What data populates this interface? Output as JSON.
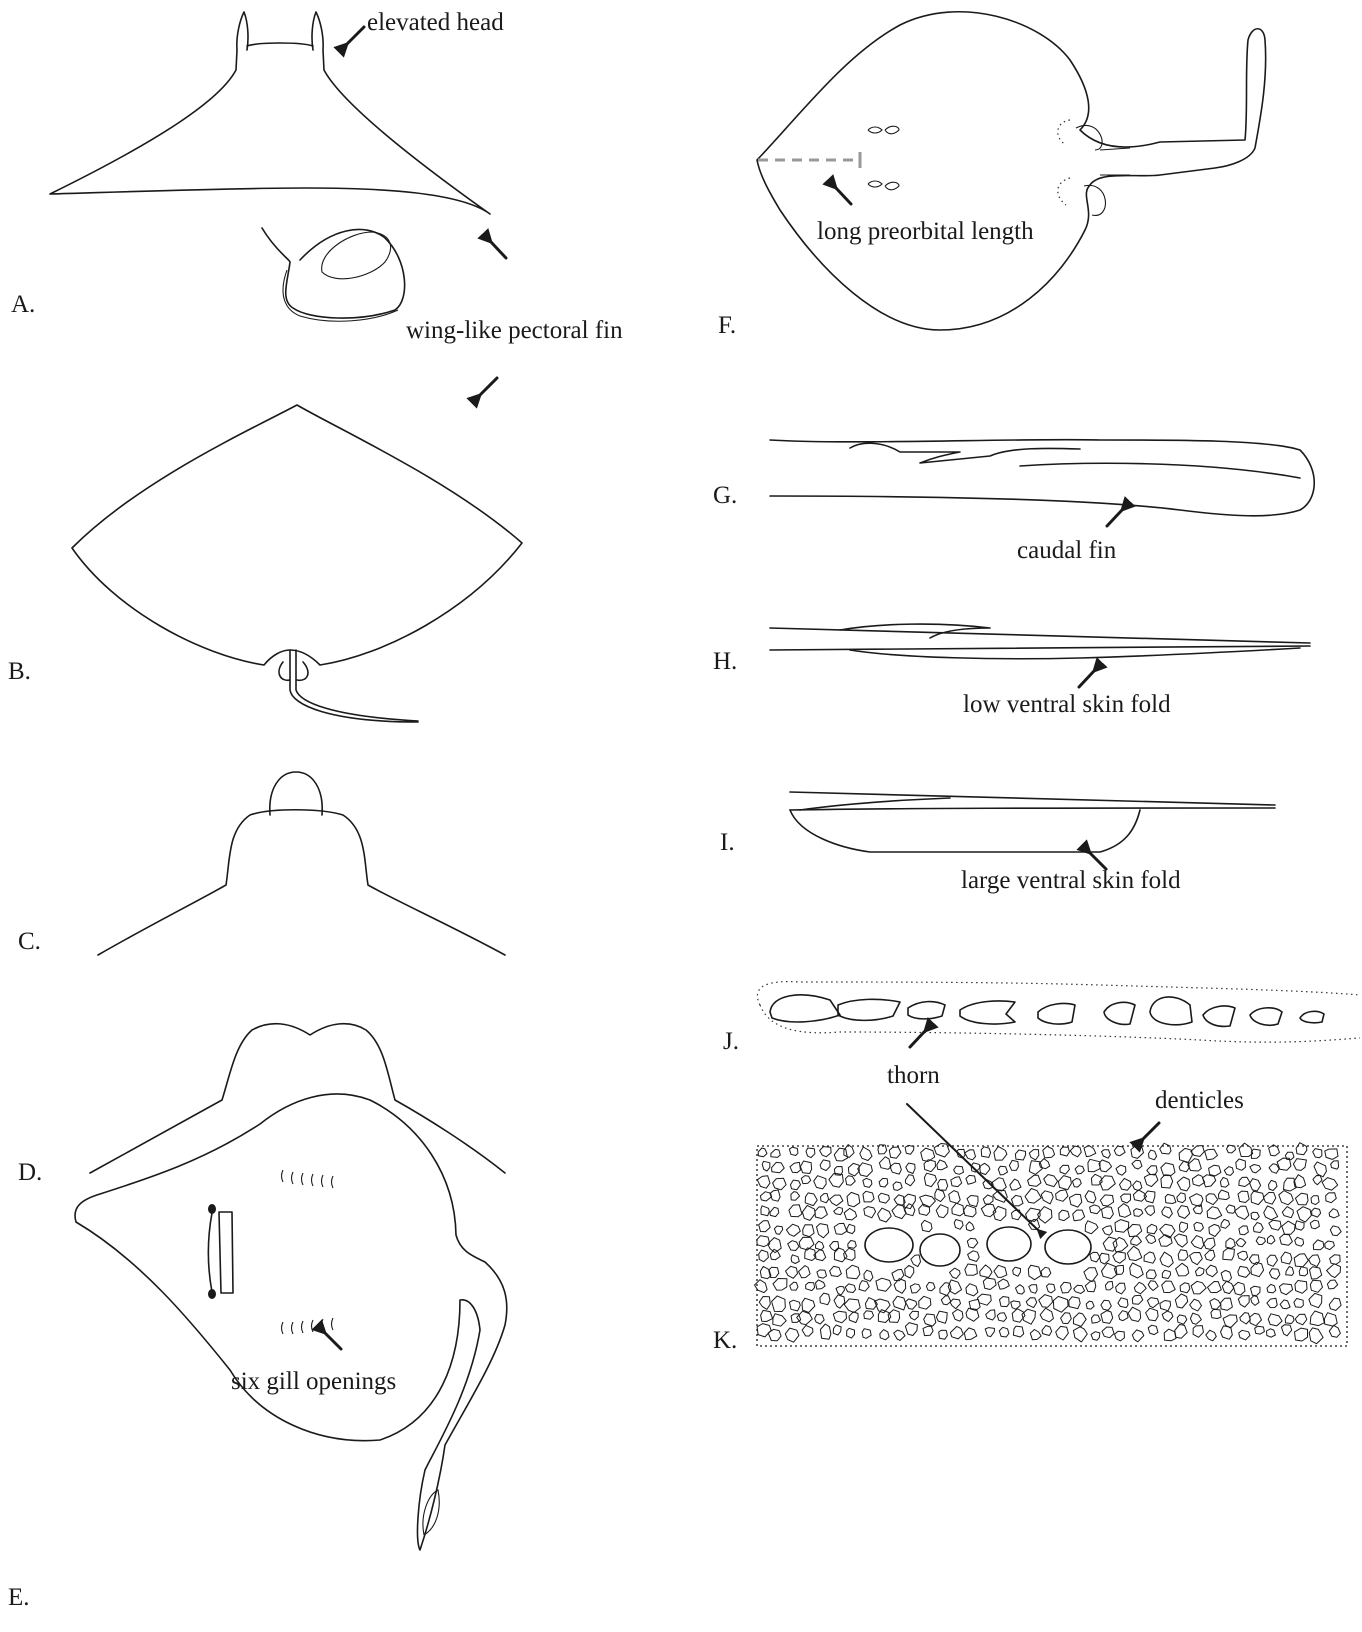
{
  "panels": {
    "A": "A.",
    "B": "B.",
    "C": "C.",
    "D": "D.",
    "E": "E.",
    "F": "F.",
    "G": "G.",
    "H": "H.",
    "I": "I.",
    "J": "J.",
    "K": "K."
  },
  "annotations": {
    "elevated_head": "elevated head",
    "wing_pectoral": "wing-like pectoral fin",
    "six_gill": "six gill openings",
    "preorbital": "long preorbital length",
    "caudal_fin": "caudal fin",
    "low_fold": "low ventral skin fold",
    "large_fold": "large ventral skin fold",
    "thorn": "thorn",
    "denticles": "denticles"
  },
  "colors": {
    "line": "#1a1a1a",
    "measure_dash": "#999999",
    "background": "#ffffff"
  }
}
